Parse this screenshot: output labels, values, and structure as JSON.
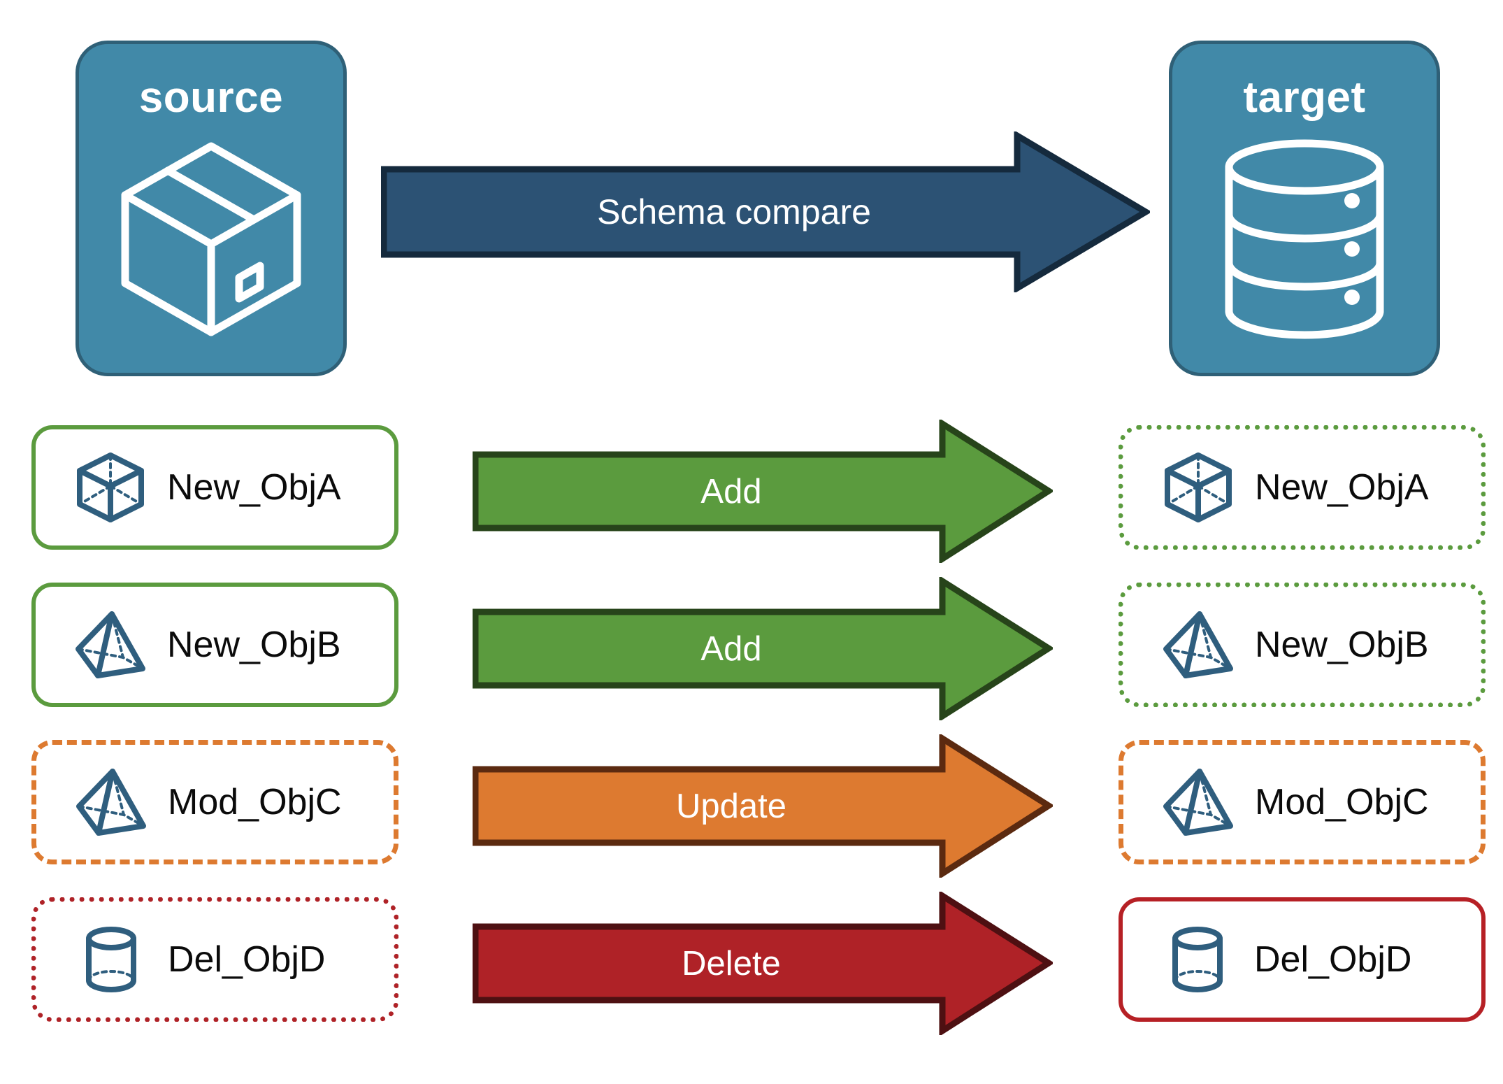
{
  "diagram": {
    "title_semantic": "schema-compare-diagram",
    "endpoints": [
      {
        "id": "source",
        "label": "source",
        "icon": "package-box-icon"
      },
      {
        "id": "target",
        "label": "target",
        "icon": "database-cylinder-icon"
      }
    ],
    "compare_arrow": {
      "label": "Schema compare",
      "fill": "#2C5274",
      "stroke": "#152A3D",
      "text_color": "#FFFFFF"
    },
    "rows": [
      {
        "source": {
          "label": "New_ObjA",
          "icon": "wireframe-cube-icon",
          "border_style": "solid",
          "border_color": "#5B9B3E"
        },
        "action": {
          "label": "Add",
          "fill": "#5B9B3E",
          "stroke": "#27441A",
          "text_color": "#FFFFFF"
        },
        "target": {
          "label": "New_ObjA",
          "icon": "wireframe-cube-icon",
          "border_style": "dotted",
          "border_color": "#5B9B3E"
        }
      },
      {
        "source": {
          "label": "New_ObjB",
          "icon": "wireframe-pyramid-icon",
          "border_style": "solid",
          "border_color": "#5B9B3E"
        },
        "action": {
          "label": "Add",
          "fill": "#5B9B3E",
          "stroke": "#27441A",
          "text_color": "#FFFFFF"
        },
        "target": {
          "label": "New_ObjB",
          "icon": "wireframe-pyramid-icon",
          "border_style": "dotted",
          "border_color": "#5B9B3E"
        }
      },
      {
        "source": {
          "label": "Mod_ObjC",
          "icon": "wireframe-pyramid-icon",
          "border_style": "dashed",
          "border_color": "#DD7A30"
        },
        "action": {
          "label": "Update",
          "fill": "#DD7A30",
          "stroke": "#5B2A10",
          "text_color": "#FFFFFF"
        },
        "target": {
          "label": "Mod_ObjC",
          "icon": "wireframe-pyramid-icon",
          "border_style": "dashed",
          "border_color": "#DD7A30"
        }
      },
      {
        "source": {
          "label": "Del_ObjD",
          "icon": "wireframe-cylinder-icon",
          "border_style": "dotted",
          "border_color": "#AF2227"
        },
        "action": {
          "label": "Delete",
          "fill": "#AF2227",
          "stroke": "#4E1012",
          "text_color": "#FFFFFF"
        },
        "target": {
          "label": "Del_ObjD",
          "icon": "wireframe-cylinder-icon",
          "border_style": "solid",
          "border_color": "#B62025"
        }
      }
    ],
    "colors": {
      "panel_fill": "#4189A8",
      "panel_stroke": "#2F6077",
      "object_icon": "#2F5E7E",
      "background": "#FFFFFF"
    }
  }
}
